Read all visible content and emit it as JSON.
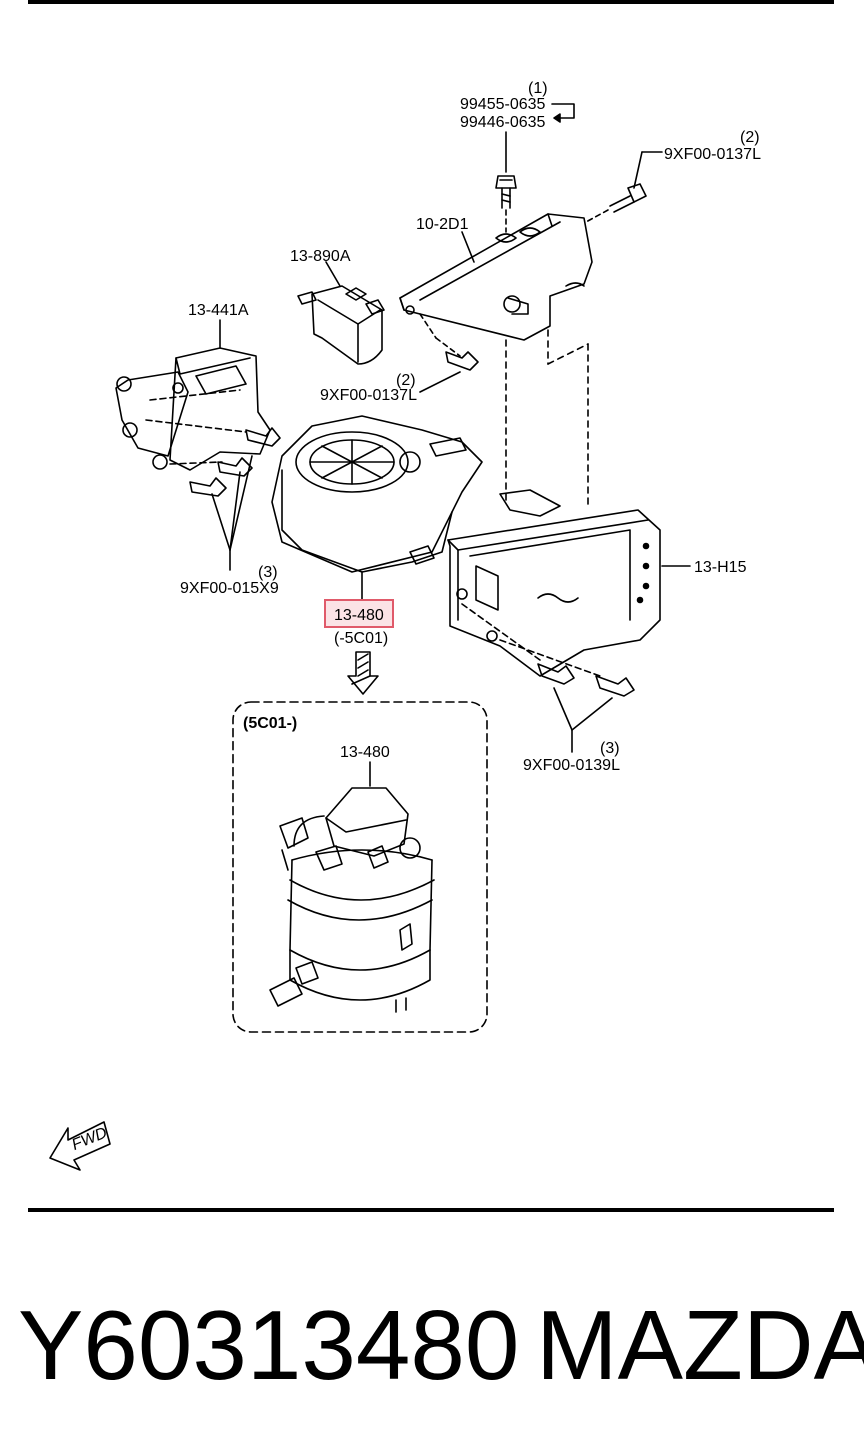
{
  "diagram": {
    "labels": {
      "q1": "(1)",
      "bolt_a": "99455-0635",
      "bolt_b": "99446-0635",
      "q2_top": "(2)",
      "bolt_top_right": "9XF00-0137L",
      "bracket_10": "10-2D1",
      "sensor": "13-890A",
      "bracket_13": "13-441A",
      "q2_mid": "(2)",
      "bolt_mid": "9XF00-0137L",
      "q3_left": "(3)",
      "bolt_left": "9XF00-015X9",
      "filter_highlight": "13-480",
      "range_before": "(-5C01)",
      "range_after": "(5C01-)",
      "filter_inset": "13-480",
      "tray": "13-H15",
      "q3_right": "(3)",
      "bolt_right": "9XF00-0139L",
      "fwd": "FWD"
    },
    "colors": {
      "highlight": "#e05a6a",
      "highlight_fill": "#fbe3e6",
      "line": "#000000"
    }
  },
  "footer": {
    "part_number": "Y60313480",
    "brand": "MAZDA"
  }
}
